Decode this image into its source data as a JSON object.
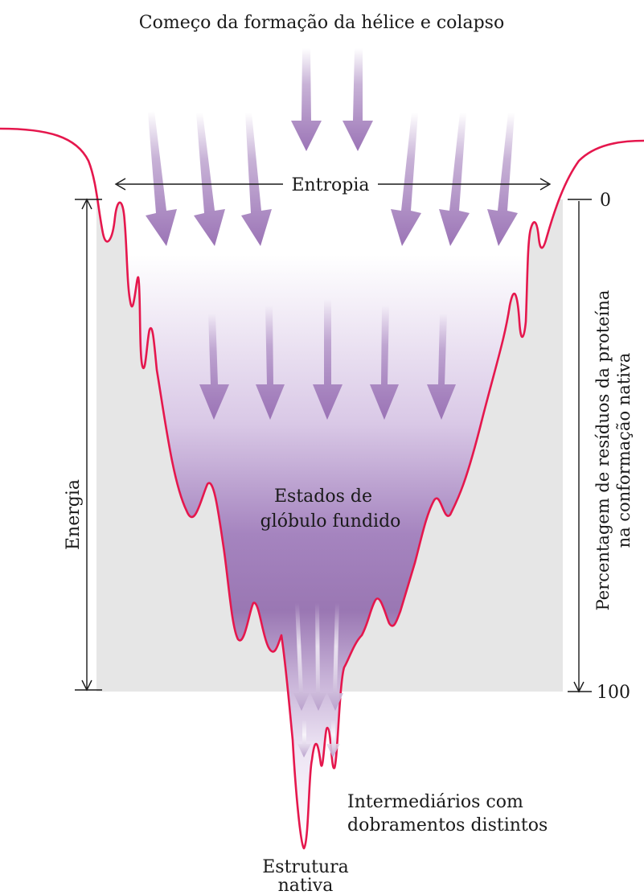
{
  "title": "Começo da formação da hélice e colapso",
  "entropy_label": "Entropia",
  "energy_label": "Energia",
  "right_axis": {
    "label_line1": "Percentagem de resíduos da proteína",
    "label_line2": "na conformação nativa",
    "tick_top": "0",
    "tick_bottom": "100"
  },
  "molten_globule": {
    "line1": "Estados de",
    "line2": "glóbulo fundido"
  },
  "intermediates": {
    "line1": "Intermediários com",
    "line2": "dobramentos distintos"
  },
  "native": {
    "line1": "Estrutura",
    "line2": "nativa"
  },
  "colors": {
    "curve": "#e5174d",
    "arrow": "#9b74b6",
    "funnel_fill": "#e6e6e6",
    "globule": "#9a77b3",
    "axis": "#1a1a1a"
  }
}
